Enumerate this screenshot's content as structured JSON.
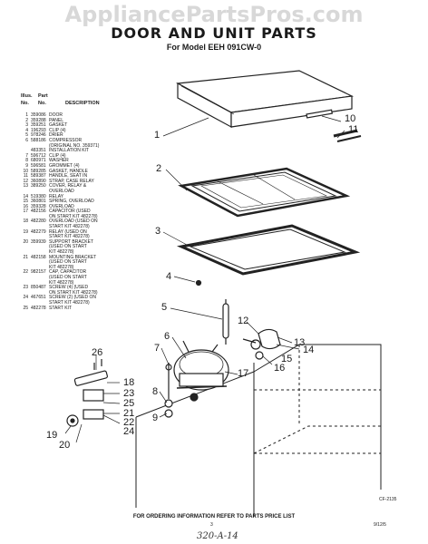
{
  "watermark": "AppliancePartsPros.com",
  "title": "DOOR AND UNIT PARTS",
  "subtitle": "For Model EEH 091CW-0",
  "table_headers": {
    "illus": "Illus.",
    "no": "No.",
    "part": "Part",
    "part_no": "No.",
    "description": "DESCRIPTION"
  },
  "parts": [
    {
      "no": "1",
      "part": "359086",
      "desc": "DOOR"
    },
    {
      "no": "2",
      "part": "359288",
      "desc": "PANEL"
    },
    {
      "no": "3",
      "part": "359251",
      "desc": "GASKET"
    },
    {
      "no": "4",
      "part": "196293",
      "desc": "CLIP (4)"
    },
    {
      "no": "5",
      "part": "978246",
      "desc": "DRIER"
    },
    {
      "no": "6",
      "part": "588186",
      "desc": "COMPRESSOR\n(ORIGINAL NO. 359371)"
    },
    {
      "no": "",
      "part": "483351",
      "desc": "INSTALLATION KIT"
    },
    {
      "no": "7",
      "part": "596712",
      "desc": "CLIP (4)"
    },
    {
      "no": "8",
      "part": "680971",
      "desc": "WASHER"
    },
    {
      "no": "9",
      "part": "596581",
      "desc": "GROMMET (4)"
    },
    {
      "no": "10",
      "part": "589285",
      "desc": "GASKET, HANDLE"
    },
    {
      "no": "11",
      "part": "589387",
      "desc": "HANDLE, SEAT IN"
    },
    {
      "no": "12",
      "part": "360890",
      "desc": "STRAP, CASE RELAY"
    },
    {
      "no": "13",
      "part": "389250",
      "desc": "COVER, RELAY &\nOVERLOAD"
    },
    {
      "no": "14",
      "part": "519380",
      "desc": "RELAY"
    },
    {
      "no": "15",
      "part": "360801",
      "desc": "SPRING, OVERLOAD"
    },
    {
      "no": "16",
      "part": "359328",
      "desc": "OVERLOAD"
    },
    {
      "no": "17",
      "part": "482156",
      "desc": "CAPACITOR (USED\nON START KIT 482278)"
    },
    {
      "no": "18",
      "part": "482280",
      "desc": "OVERLOAD (USED ON\nSTART KIT 482278)"
    },
    {
      "no": "19",
      "part": "482279",
      "desc": "RELAY (USED ON\nSTART KIT 482278)"
    },
    {
      "no": "20",
      "part": "359939",
      "desc": "SUPPORT BRACKET\n(USED ON START\nKIT 482278)"
    },
    {
      "no": "21",
      "part": "482158",
      "desc": "MOUNTING BRACKET\n(USED ON START\nKIT 482278)"
    },
    {
      "no": "22",
      "part": "982157",
      "desc": "CAP, CAPACITOR\n(USED ON START\nKIT 482278)"
    },
    {
      "no": "23",
      "part": "850487",
      "desc": "SCREW (4) (USED\nON START KIT 482278)"
    },
    {
      "no": "24",
      "part": "467651",
      "desc": "SCREW (2) (USED ON\nSTART KIT 482278)"
    },
    {
      "no": "25",
      "part": "482278",
      "desc": "START KIT"
    }
  ],
  "callouts": [
    "1",
    "2",
    "3",
    "4",
    "5",
    "6",
    "7",
    "8",
    "9",
    "10",
    "11",
    "12",
    "13",
    "14",
    "15",
    "16",
    "17",
    "18",
    "19",
    "20",
    "21",
    "22",
    "23",
    "24",
    "25",
    "26"
  ],
  "footer": "FOR ORDERING INFORMATION REFER TO PARTS PRICE LIST",
  "page_number": "3",
  "drawing_code": "CF-2135",
  "corner_mark": "9/12/5",
  "handwritten": "320-A-14"
}
